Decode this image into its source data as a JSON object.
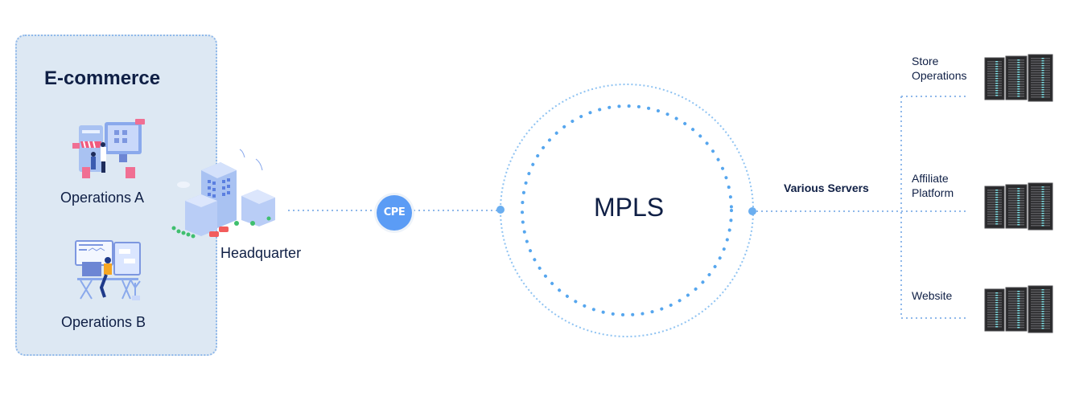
{
  "ecommerce": {
    "title": "E-commerce",
    "operations": [
      {
        "label": "Operations A",
        "icon": "online-store-illustration-icon"
      },
      {
        "label": "Operations B",
        "icon": "office-worker-illustration-icon"
      }
    ]
  },
  "headquarter": {
    "label": "Headquarter",
    "icon": "office-building-illustration-icon"
  },
  "cpe": {
    "label": "CPE"
  },
  "mpls": {
    "label": "MPLS"
  },
  "servers": {
    "heading": "Various Servers",
    "items": [
      {
        "label_line1": "Store",
        "label_line2": "Operations",
        "icon": "server-rack-icon"
      },
      {
        "label_line1": "Affiliate",
        "label_line2": "Platform",
        "icon": "server-rack-icon"
      },
      {
        "label_line1": "Website",
        "label_line2": "",
        "icon": "server-rack-icon"
      }
    ]
  },
  "colors": {
    "accent": "#5b9cf5",
    "dotted_line": "#8fb8ea",
    "panel_bg": "#dde8f3",
    "text": "#0f1f45"
  }
}
